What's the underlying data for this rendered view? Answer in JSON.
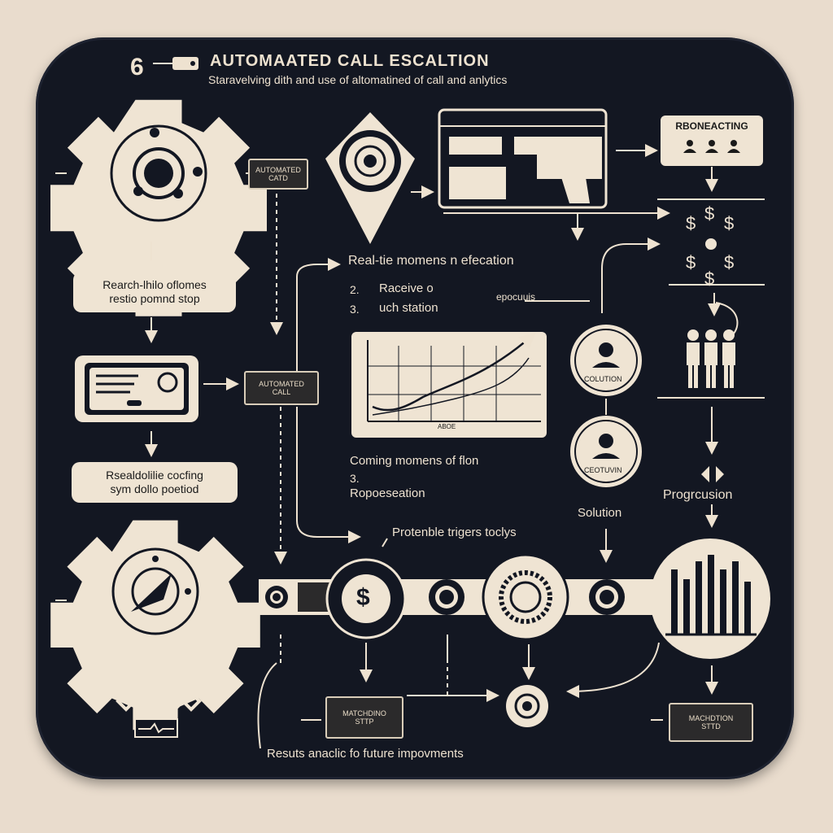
{
  "header": {
    "step_number": "6",
    "title": "AUTOMAATED CALL ESCALTION",
    "subtitle": "Staravelving dith and use of altomatined of call and anlytics"
  },
  "chips": {
    "top_gear_chip": "AUTOMATED\nCATD",
    "mid_chip": "AUTOMATED\nCALL",
    "bottom_chip": "MATCHDINO\nSTTP",
    "right_bottom_chip": "MACHDTION\nSTTD"
  },
  "labels": {
    "left_box_1": "Rearch-lhilo oflomes\nrestio pomnd stop",
    "left_box_2": "Rsealdolilie cocfing\nsym dollo poetiod",
    "top_right_box": "RBONEACTING"
  },
  "middle": {
    "heading": "Real-tie momens n efecation",
    "item_1_num": "2.",
    "item_1_text": "Raceive o",
    "item_2_num": "3.",
    "item_2_text": "uch station",
    "side_note": "epocuuis",
    "chart_caption": "ABOE",
    "lower_heading": "Coming momens of flon",
    "lower_num": "3.",
    "lower_text": "Ropoeseation",
    "triggers": "Protenble trigers toclys"
  },
  "right": {
    "circle_1_label": "COLUTION",
    "circle_2_label": "CEOTUVIN",
    "solution": "Solution",
    "progression": "Progrcusion"
  },
  "footer": {
    "results": "Resuts anaclic fo future impovments"
  },
  "symbols": {
    "dollar": "$"
  },
  "colors": {
    "board": "#131722",
    "cream": "#efe4d3",
    "background": "#e9dccd"
  }
}
